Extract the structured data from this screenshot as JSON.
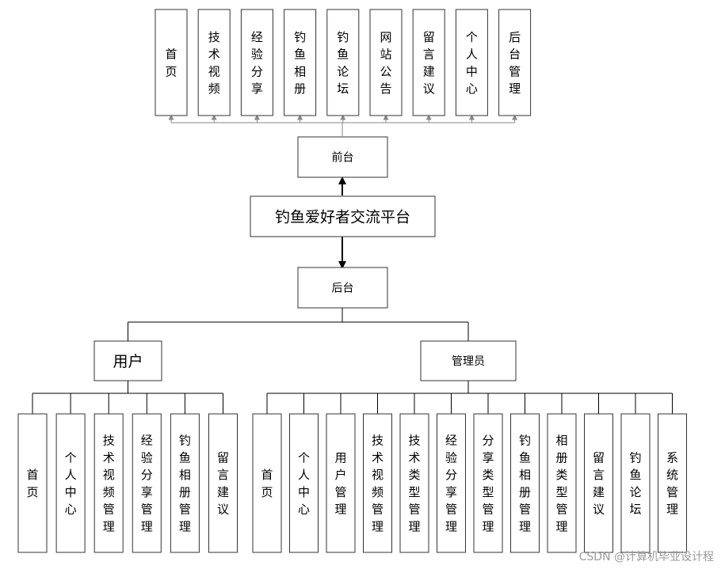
{
  "root": "钓鱼爱好者交流平台",
  "frontend": {
    "label": "前台",
    "modules": [
      "首页",
      "技术视频",
      "经验分享",
      "钓鱼相册",
      "钓鱼论坛",
      "网站公告",
      "留言建议",
      "个人中心",
      "后台管理"
    ]
  },
  "backend": {
    "label": "后台",
    "roles": [
      {
        "label": "用户",
        "modules": [
          "首页",
          "个人中心",
          "技术视频管理",
          "经验分享管理",
          "钓鱼相册管理",
          "留言建议"
        ]
      },
      {
        "label": "管理员",
        "modules": [
          "首页",
          "个人中心",
          "用户管理",
          "技术视频管理",
          "技术类型管理",
          "经验分享管理",
          "分享类型管理",
          "钓鱼相册管理",
          "相册类型管理",
          "留言建议",
          "钓鱼论坛",
          "系统管理"
        ]
      }
    ]
  },
  "watermark": "CSDN @计算机毕业设计程"
}
